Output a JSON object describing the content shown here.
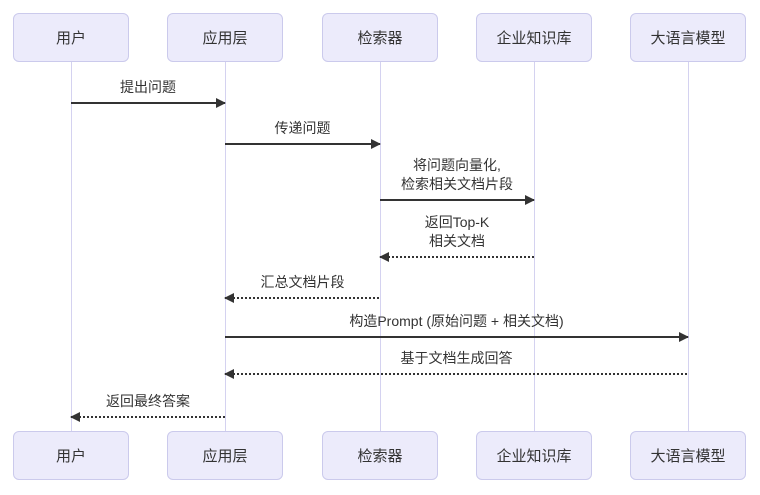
{
  "theme": {
    "background": "#ffffff",
    "actor_fill": "#ECEBFB",
    "actor_border": "#CBCAEC",
    "lifeline_color": "#D4D2F0",
    "arrow_color": "#333333",
    "text_color": "#333333"
  },
  "diagram_type": "sequence",
  "actors": [
    {
      "id": "user",
      "label": "用户"
    },
    {
      "id": "app-layer",
      "label": "应用层"
    },
    {
      "id": "retriever",
      "label": "检索器"
    },
    {
      "id": "knowledge-base",
      "label": "企业知识库"
    },
    {
      "id": "llm",
      "label": "大语言模型"
    }
  ],
  "messages": [
    {
      "label": "提出问题",
      "from": "用户",
      "to": "应用层",
      "line": "solid",
      "direction": "right"
    },
    {
      "label": "传递问题",
      "from": "应用层",
      "to": "检索器",
      "line": "solid",
      "direction": "right"
    },
    {
      "label": "将问题向量化,\n检索相关文档片段",
      "from": "检索器",
      "to": "企业知识库",
      "line": "solid",
      "direction": "right"
    },
    {
      "label": "返回Top-K\n相关文档",
      "from": "企业知识库",
      "to": "检索器",
      "line": "dashed",
      "direction": "left"
    },
    {
      "label": "汇总文档片段",
      "from": "检索器",
      "to": "应用层",
      "line": "dashed",
      "direction": "left"
    },
    {
      "label": "构造Prompt (原始问题 + 相关文档)",
      "from": "应用层",
      "to": "大语言模型",
      "line": "solid",
      "direction": "right"
    },
    {
      "label": "基于文档生成回答",
      "from": "大语言模型",
      "to": "应用层",
      "line": "dashed",
      "direction": "left"
    },
    {
      "label": "返回最终答案",
      "from": "应用层",
      "to": "用户",
      "line": "dashed",
      "direction": "left"
    }
  ]
}
